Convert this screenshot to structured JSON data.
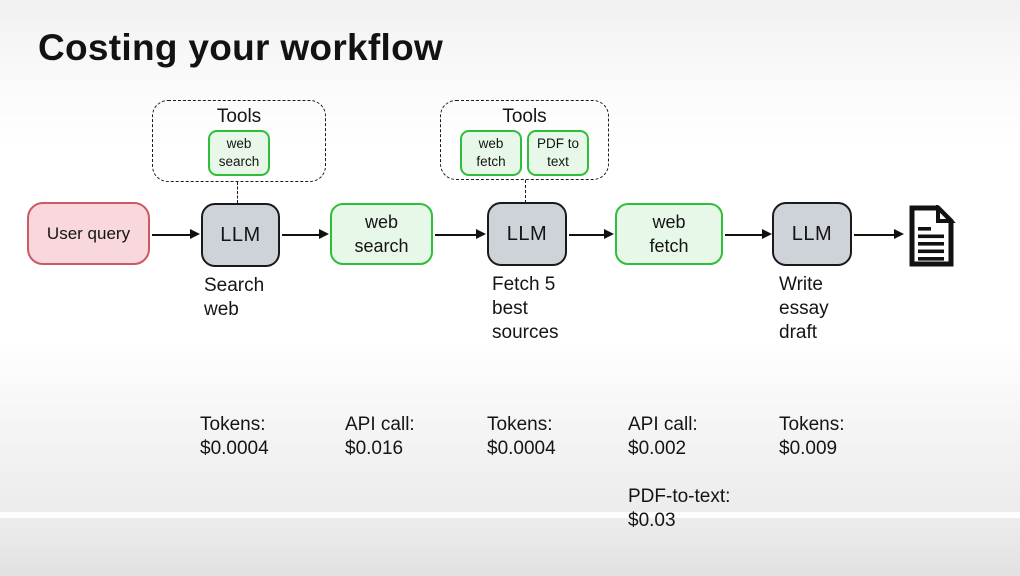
{
  "slide": {
    "title": "Costing your workflow"
  },
  "tool_groups": [
    {
      "title": "Tools",
      "tools": [
        "web\nsearch"
      ]
    },
    {
      "title": "Tools",
      "tools": [
        "web\nfetch",
        "PDF to\ntext"
      ]
    }
  ],
  "flow": {
    "user_query": {
      "label": "User query"
    },
    "llm_search": {
      "label": "LLM",
      "caption": "Search\nweb"
    },
    "web_search": {
      "label": "web\nsearch"
    },
    "llm_fetch": {
      "label": "LLM",
      "caption": "Fetch 5\nbest\nsources"
    },
    "web_fetch": {
      "label": "web\nfetch"
    },
    "llm_write": {
      "label": "LLM",
      "caption": "Write\nessay\ndraft"
    },
    "output_icon": "document-icon"
  },
  "costs": [
    {
      "label": "Tokens:",
      "value": "$0.0004"
    },
    {
      "label": "API call:",
      "value": "$0.016"
    },
    {
      "label": "Tokens:",
      "value": "$0.0004"
    },
    {
      "label": "API call:",
      "value": "$0.002"
    },
    {
      "label": "Tokens:",
      "value": "$0.009"
    },
    {
      "label": "PDF-to-text:",
      "value": "$0.03"
    }
  ],
  "colors": {
    "ink": "#141414",
    "accent_green": "#2fbe3c",
    "chip_fill": "#e7f8e8",
    "pink_fill": "#f8d8dc",
    "pink_border": "#cc5968",
    "gray_fill": "#ced3d9"
  }
}
